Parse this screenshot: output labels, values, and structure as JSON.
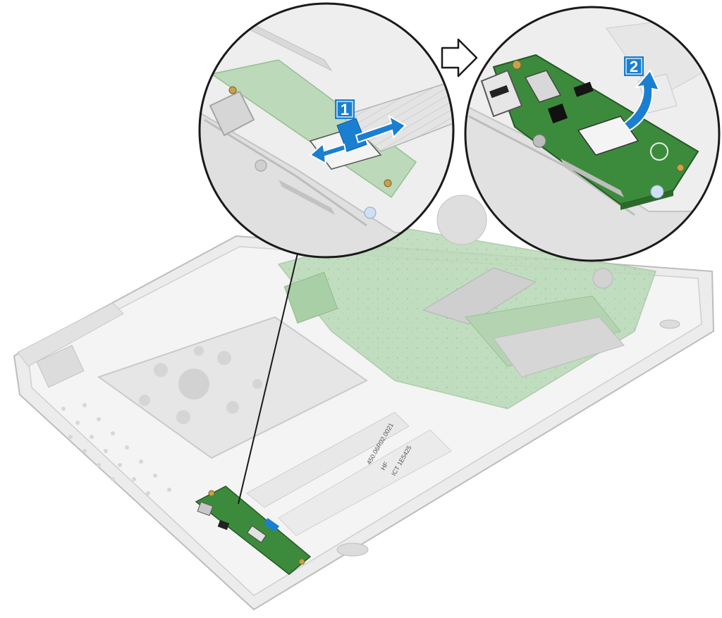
{
  "step1": {
    "number": "1",
    "action": "disconnect-cable"
  },
  "step2": {
    "number": "2",
    "action": "lift-board"
  },
  "next_arrow": {
    "icon": "outline-right-arrow-icon"
  },
  "cable_label": {
    "line1": "450.06R02.0021",
    "line2": "HF",
    "line3": "ICT 1E5425"
  },
  "colors": {
    "badge": "#1a7fd1",
    "arrow_blue": "#1a7fd1",
    "board_green": "#3c8b3c",
    "chassis_gray": "#d9d9d9",
    "outline": "#1a1a1a"
  }
}
